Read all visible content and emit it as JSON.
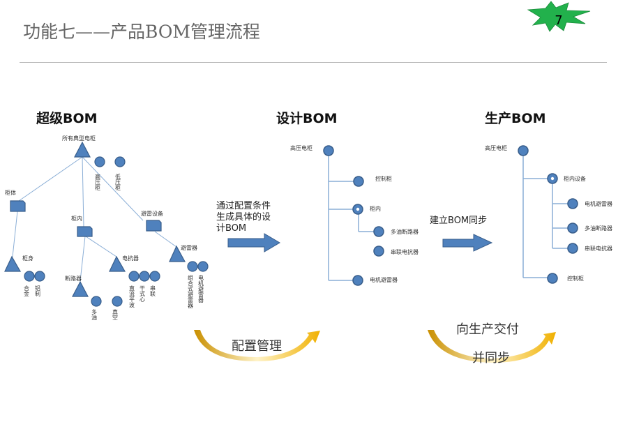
{
  "slide": {
    "title": "功能七——产品BOM管理流程",
    "page_number": "7",
    "badge_color": "#22b14c",
    "accent_color": "#4f81bd",
    "arrow_gold": "#e6a800"
  },
  "super_bom": {
    "heading": "超级BOM",
    "nodes": {
      "root": "所有典型电柜",
      "high_voltage": "高压柜",
      "low_voltage": "低压柜",
      "cabinet_body": "柜体",
      "cabinet_shell": "柜身",
      "alloy": "合金",
      "aluminum": "铝制",
      "cabinet_inner": "柜内",
      "breaker": "断路器",
      "multi_oil": "多油",
      "vacuum": "真空",
      "reactor": "电抗器",
      "dc_filter": "直流平波",
      "dry_core": "干式心",
      "series": "串联",
      "arrester_equipment": "避雷设备",
      "arrester": "避雷器",
      "composite_arrester": "组合式避雷器",
      "motor_arrester": "电机避雷器"
    }
  },
  "design_step": {
    "note_lines": [
      "通过配置条件",
      "生成具体的设",
      "计BOM"
    ]
  },
  "design_bom": {
    "heading": "设计BOM",
    "nodes": {
      "root": "高压电柜",
      "control_cabinet": "控制柜",
      "cabinet_inner": "柜内",
      "multi_oil_breaker": "多油断路器",
      "series_reactor": "串联电抗器",
      "motor_arrester": "电机避雷器"
    }
  },
  "sync_step": {
    "note": "建立BOM同步"
  },
  "production_bom": {
    "heading": "生产BOM",
    "nodes": {
      "root": "高压电柜",
      "cabinet_equipment": "柜内设备",
      "motor_arrester": "电机避雷器",
      "multi_oil_breaker": "多油断路器",
      "series_reactor": "串联电抗器",
      "control_cabinet": "控制柜"
    }
  },
  "cycles": {
    "config_management": "配置管理",
    "deliver_line1": "向生产交付",
    "deliver_line2": "并同步"
  }
}
